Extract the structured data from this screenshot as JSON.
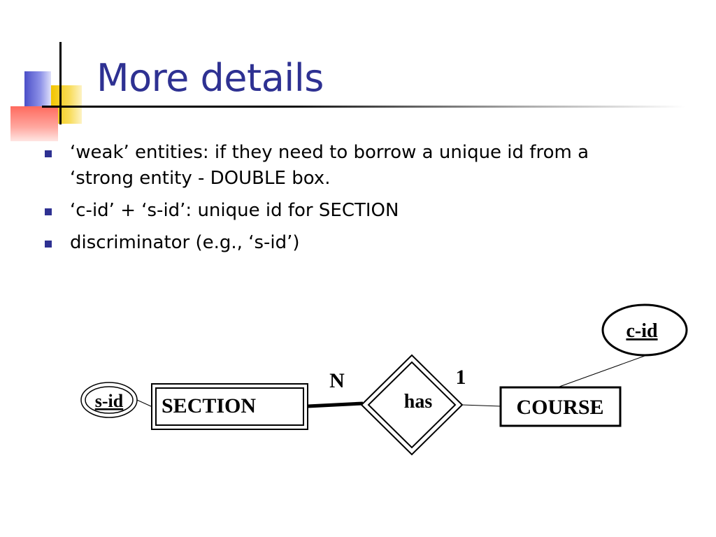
{
  "slide": {
    "title": "More details",
    "bullets": [
      "‘weak’ entities: if they need to borrow a unique id from a ‘strong entity - DOUBLE box.",
      "‘c-id’ + ‘s-id’: unique id for SECTION",
      "discriminator (e.g., ‘s-id’)"
    ]
  },
  "diagram": {
    "weak_entity": "SECTION",
    "strong_entity": "COURSE",
    "relationship": "has",
    "partial_key_attribute": "s-id",
    "key_attribute": "c-id",
    "cardinality_weak_side": "N",
    "cardinality_strong_side": "1"
  }
}
